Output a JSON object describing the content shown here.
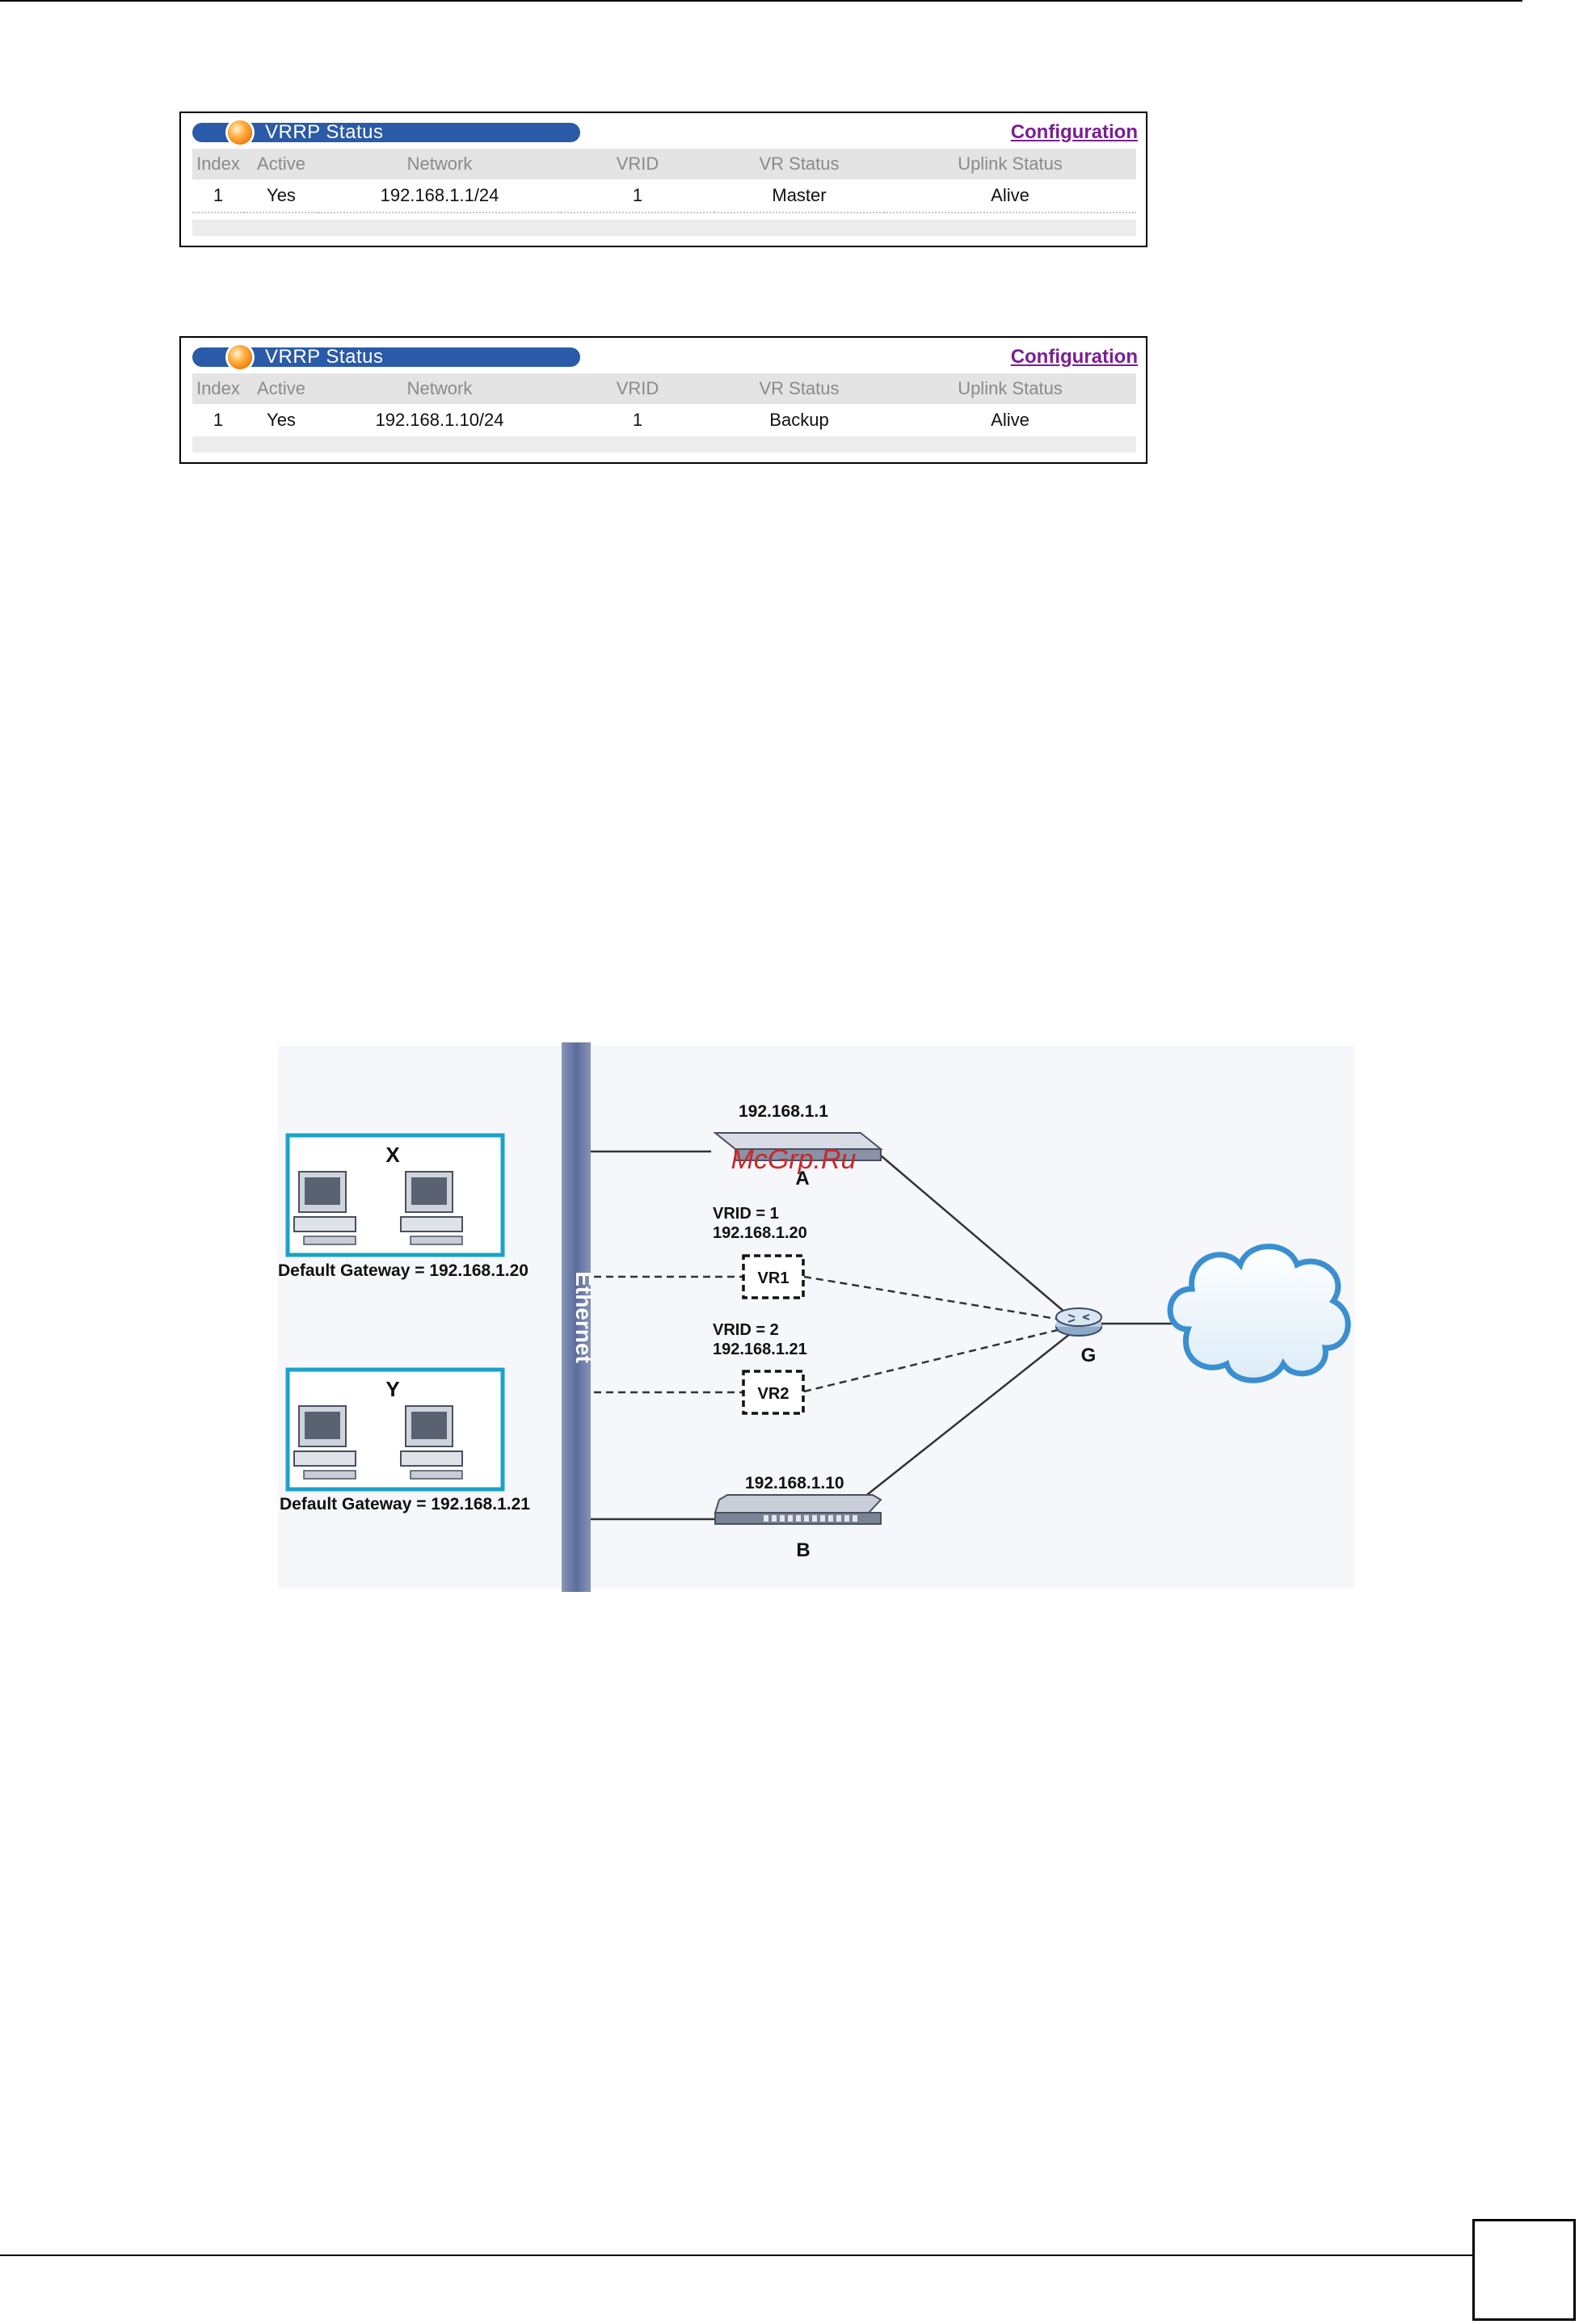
{
  "panels": [
    {
      "title": "VRRP Status",
      "link": "Configuration",
      "columns": [
        "Index",
        "Active",
        "Network",
        "VRID",
        "VR Status",
        "Uplink Status"
      ],
      "row": [
        "1",
        "Yes",
        "192.168.1.1/24",
        "1",
        "Master",
        "Alive"
      ]
    },
    {
      "title": "VRRP Status",
      "link": "Configuration",
      "columns": [
        "Index",
        "Active",
        "Network",
        "VRID",
        "VR Status",
        "Uplink Status"
      ],
      "row": [
        "1",
        "Yes",
        "192.168.1.10/24",
        "1",
        "Backup",
        "Alive"
      ]
    }
  ],
  "diagram": {
    "group_x": "X",
    "group_y": "Y",
    "gateway_x": "Default Gateway = 192.168.1.20",
    "gateway_y": "Default Gateway = 192.168.1.21",
    "ethernet": "Ethernet",
    "switch_a_ip": "192.168.1.1",
    "switch_a": "A",
    "watermark": "McGrp.Ru",
    "vr1_vrid": "VRID = 1",
    "vr1_ip": "192.168.1.20",
    "vr1": "VR1",
    "vr2_vrid": "VRID = 2",
    "vr2_ip": "192.168.1.21",
    "vr2": "VR2",
    "router": "G",
    "switch_b_ip": "192.168.1.10",
    "switch_b": "B"
  },
  "colors": {
    "title_bar": "#2a5aa8",
    "link": "#7a1f93",
    "ethernet_bar": "#6a7aa8",
    "pc_box": "#1aa3c7",
    "watermark": "#c8282a",
    "cloud": "#3a8fd0"
  }
}
